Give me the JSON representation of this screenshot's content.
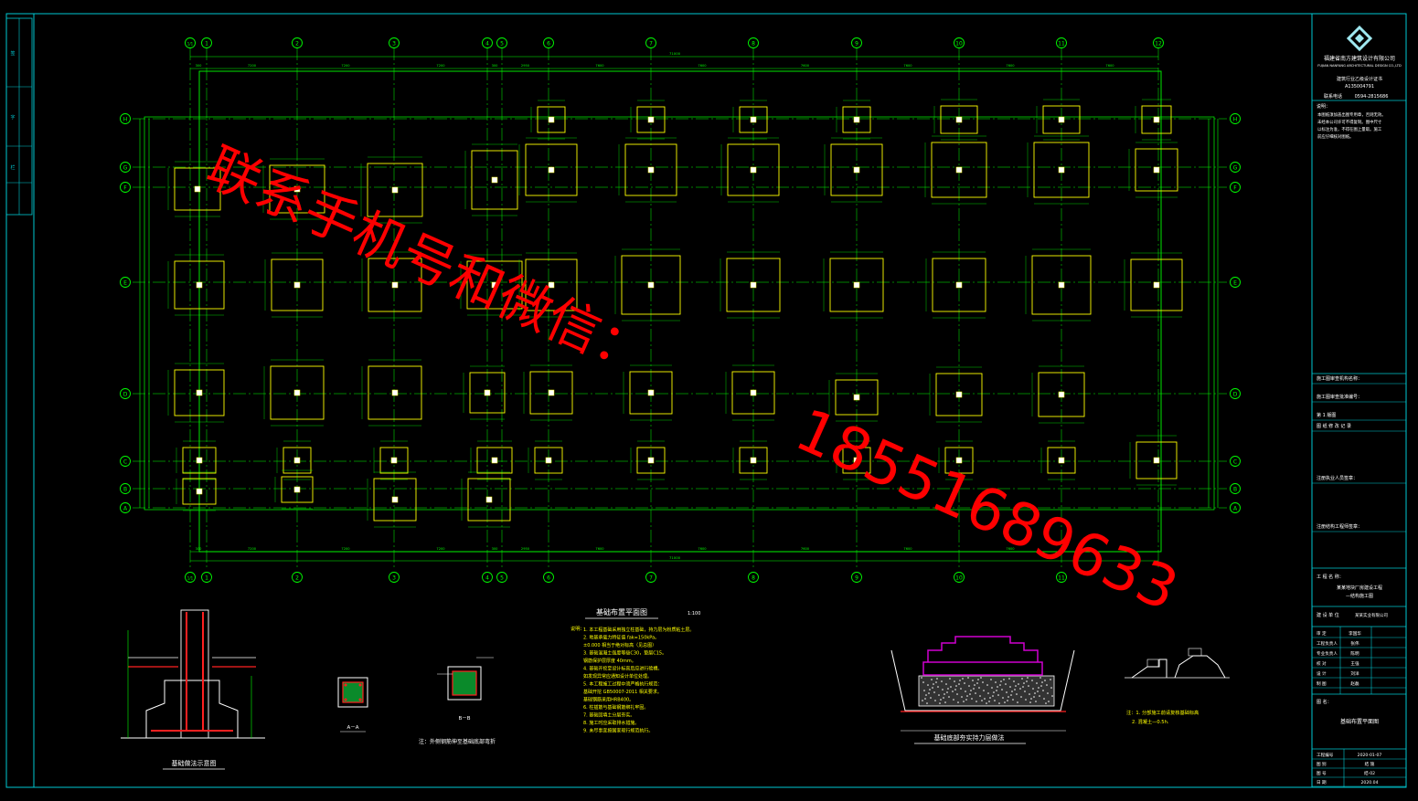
{
  "colors": {
    "background": "#000000",
    "frame": "#00c8d2",
    "axis": "#00ff00",
    "footing": "#ffff00",
    "column": "#ffffff",
    "bubble": "#00ff00",
    "dim": "#00ff00",
    "watermark": "#ff0000",
    "redline": "#ff2020"
  },
  "grid": {
    "top_axes": [
      "1/1",
      "1",
      "2",
      "3",
      "4",
      "5",
      "6",
      "7",
      "8",
      "9",
      "10",
      "11",
      "12"
    ],
    "bottom_axes": [
      "1/1",
      "1",
      "2",
      "3",
      "4",
      "5",
      "6",
      "7",
      "8",
      "9",
      "10",
      "11"
    ],
    "row_axes": [
      "H",
      "G",
      "F",
      "E",
      "D",
      "C",
      "B",
      "A"
    ],
    "overall_dim": "71000",
    "span_dims": [
      "300",
      "7200",
      "7200",
      "7200",
      "300",
      "2950",
      "7600",
      "7600",
      "7600",
      "7600",
      "7600",
      "7600",
      "1300"
    ]
  },
  "titles": {
    "plan": "基础布置平面图",
    "plan_scale": "1:100",
    "section_column": "基础做法示意图",
    "section_aa": "A－A",
    "section_bb": "B－B",
    "note_rebar": "注：外侧钢筋伸至基础底部弯折",
    "section_layer": "基础底部夯实持力层做法",
    "note_right_1": "注：1. 分部施工前请复核基础标高",
    "note_right_2": "2. 混凝土—0.5h."
  },
  "notes": {
    "heading": "说明：",
    "lines": [
      "1. 本工程基础采用独立柱基础，持力层为粉质粘土层。",
      "2. 地基承载力特征值 fak=150kPa。",
      "   ±0.000 相当于绝对标高（见总图）",
      "3. 基础混凝土强度等级C30，垫层C15。",
      "   钢筋保护层厚度 40mm。",
      "4. 基础开挖至设计标高后应进行验槽。",
      "   如发现异常应通知设计单位处理。",
      "5. 本工程施工过程中须严格执行规范：",
      "   基础开挖 GB50007-2011 相关要求。",
      "   基础钢筋采用HRB400。",
      "6. 柱插筋与基础钢筋绑扎牢固。",
      "7. 基础回填土分层夯实。",
      "8. 施工时应采取排水措施。",
      "9. 未尽事宜按国家现行规范执行。"
    ]
  },
  "company": {
    "name": "福建省南方建筑设计有限公司",
    "name_en": "FUJIAN NANFANG ARCHITECTURAL DESIGN CO.,LTD",
    "cert": "建筑行业乙级设计证书",
    "cert_no": "A135004791",
    "phone_label": "联系电话",
    "phone": "0594-2815686"
  },
  "titleblock": {
    "notice_label": "说明：",
    "notice_lines": [
      "本图纸须加盖出图专用章，否则无效。",
      "未经本公司许可不得复制。图中尺寸",
      "以标注为准，不得在图上量取。施工",
      "前应仔细核对图纸。"
    ],
    "rows": [
      "施工图审查机构名称：",
      "施工图审查批准编号：",
      "第 1 版图",
      "图 纸 修 改 记 录",
      "注册执业人员签章：",
      "注册结构工程师签章："
    ],
    "project_label": "工 程 名 称：",
    "project_lines": [
      "某某地块厂房建设工程",
      "—结构施工图"
    ],
    "unit_label": "建 设 单 位",
    "unit_lines": [
      "某某实业有限公司"
    ],
    "sign_rows": [
      [
        "审 定",
        "李国华"
      ],
      [
        "工程负责人",
        "张伟"
      ],
      [
        "专业负责人",
        "陈明"
      ],
      [
        "校 对",
        "王强"
      ],
      [
        "设 计",
        "刘洋"
      ],
      [
        "制 图",
        "赵磊"
      ]
    ],
    "drawing_label": "图 名：",
    "drawing_title": "基础布置平面图",
    "bottom_rows": [
      [
        "工程编号",
        "2020-01-07"
      ],
      [
        "图 别",
        "结 施"
      ],
      [
        "图 号",
        "结-02"
      ],
      [
        "日 期",
        "2020.04"
      ]
    ]
  },
  "left_strip": [
    "签",
    "字",
    "栏"
  ],
  "watermark": {
    "line1": "联系手机号和微信：",
    "line2": "18551689633"
  }
}
